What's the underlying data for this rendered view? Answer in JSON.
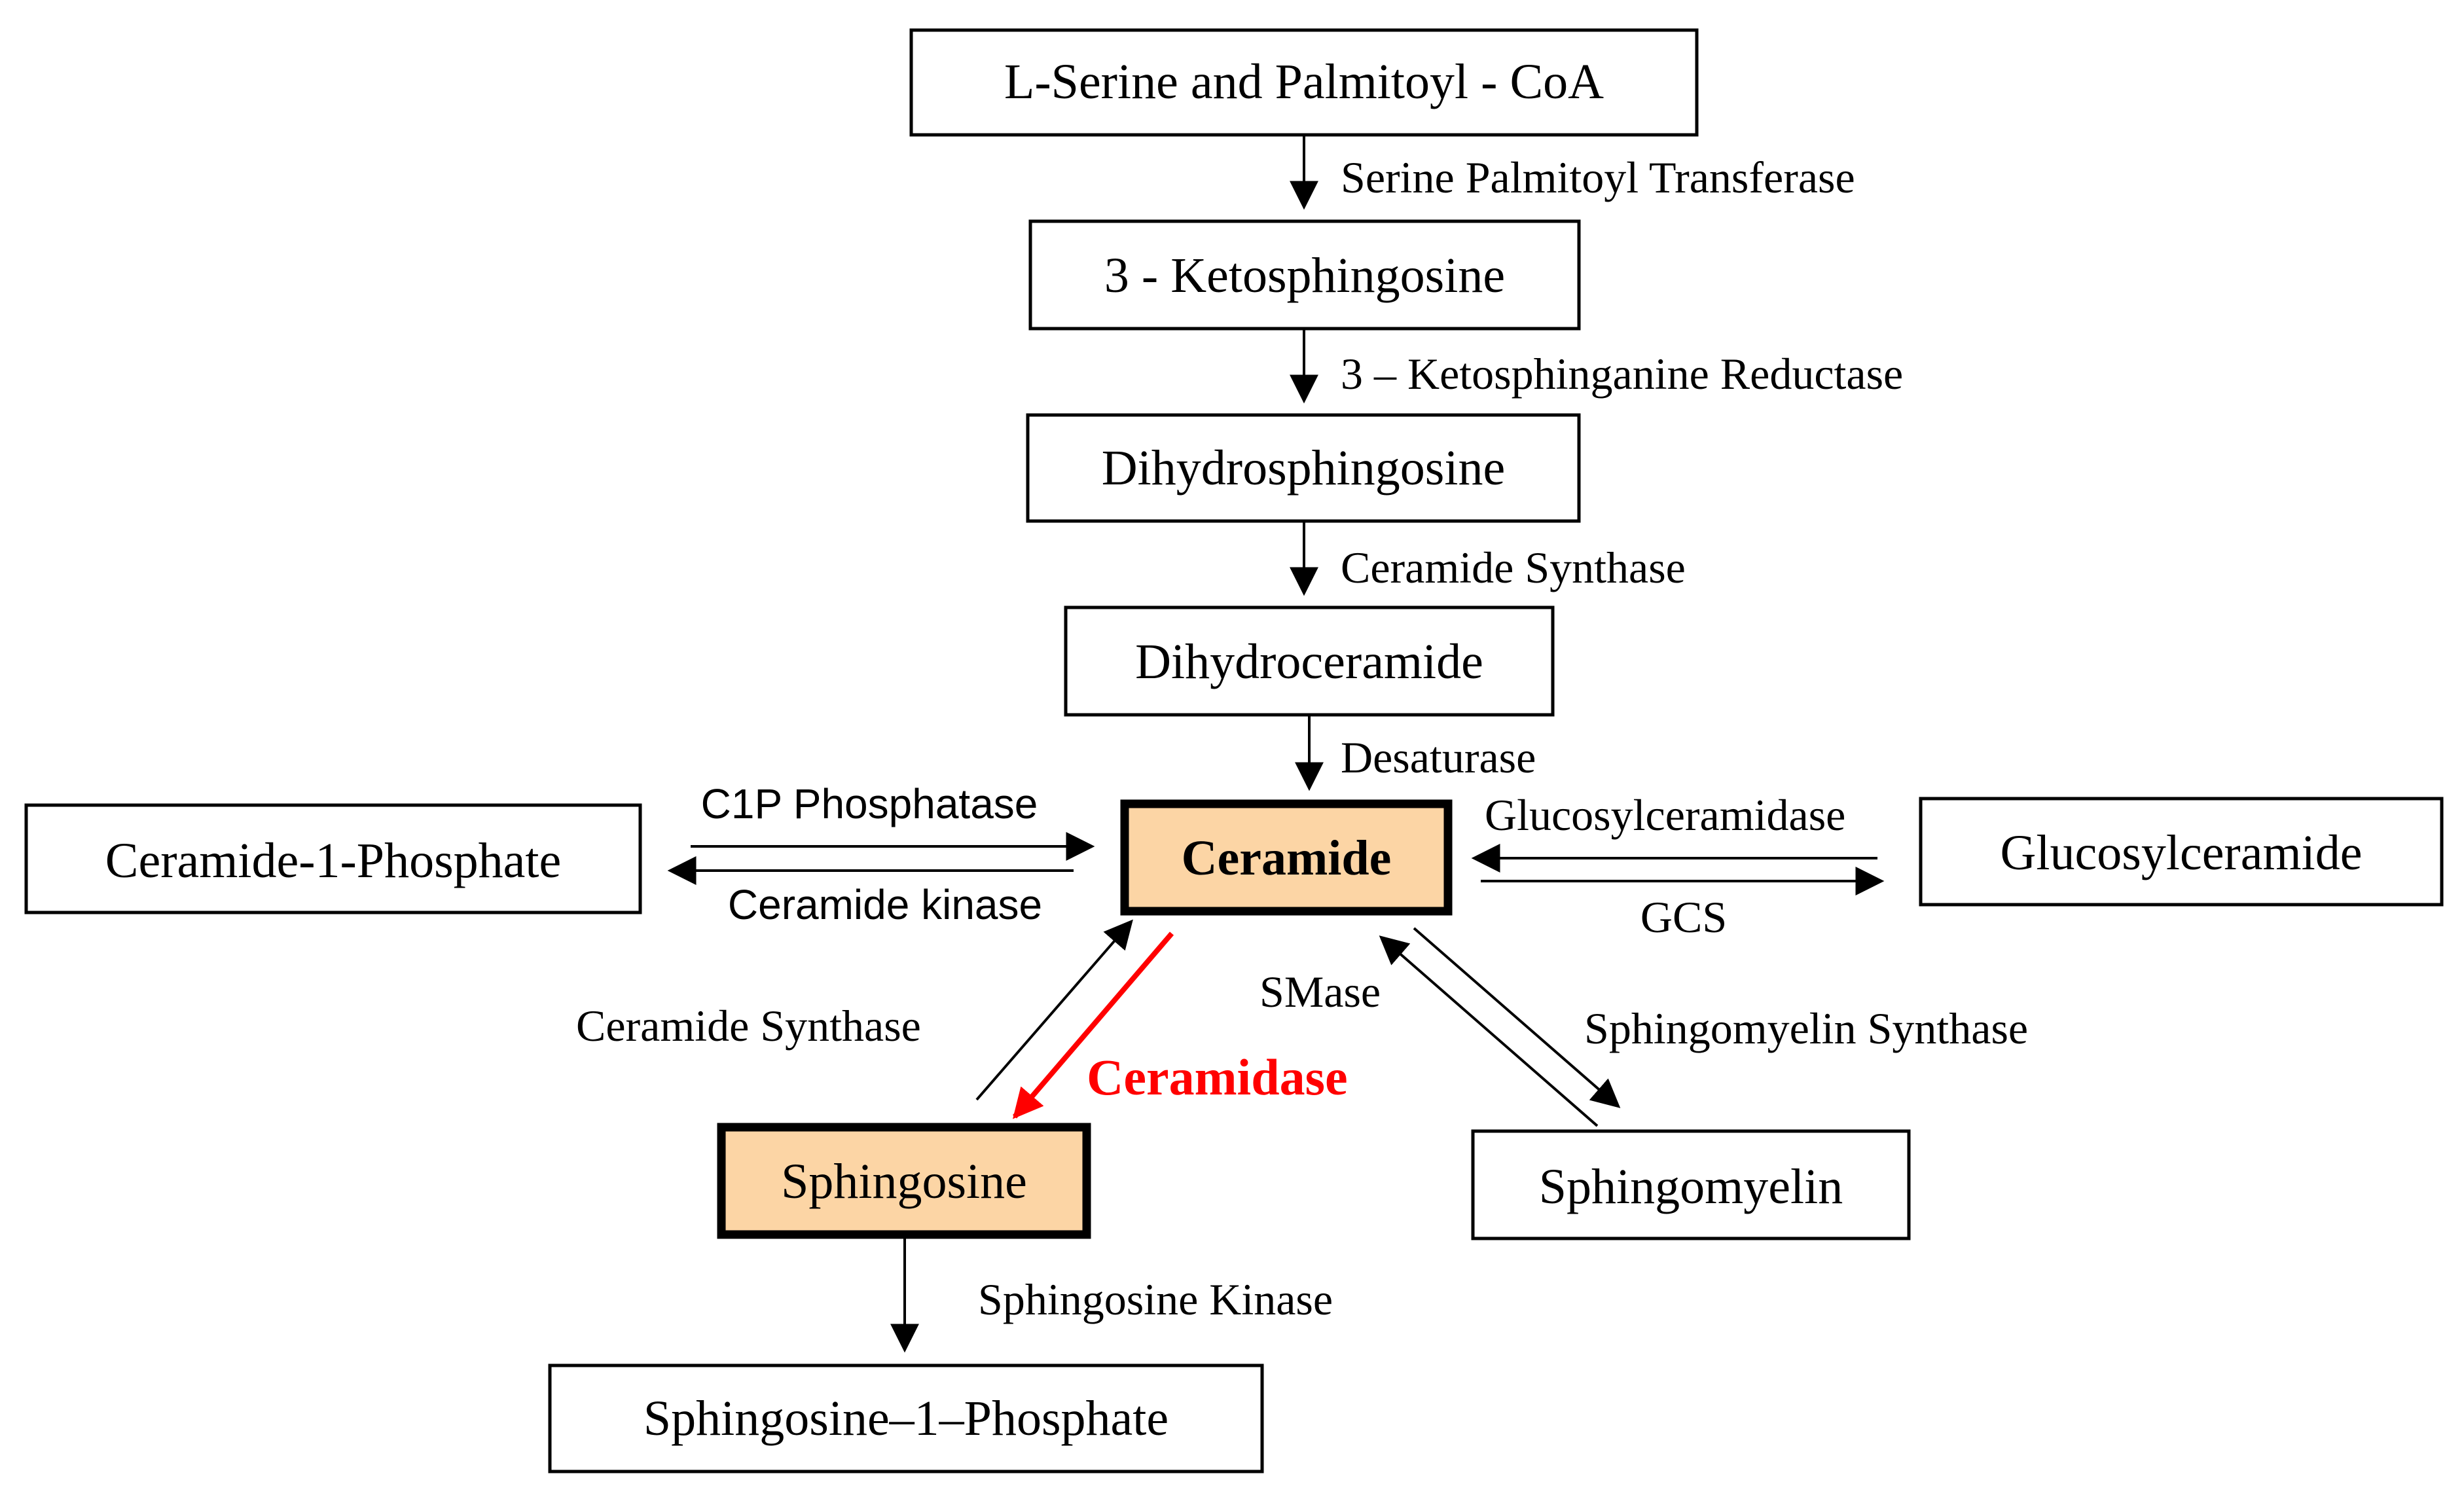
{
  "nodes": {
    "serine_palmitoyl_coa": "L-Serine and Palmitoyl - CoA",
    "ketosphingosine": "3 - Ketosphingosine",
    "dihydrosphingosine": "Dihydrosphingosine",
    "dihydroceramide": "Dihydroceramide",
    "ceramide": "Ceramide",
    "ceramide_1_phosphate": "Ceramide-1-Phosphate",
    "glucosylceramide": "Glucosylceramide",
    "sphingosine": "Sphingosine",
    "sphingomyelin": "Sphingomyelin",
    "sphingosine_1_phosphate": "Sphingosine–1–Phosphate"
  },
  "enzymes": {
    "serine_palmitoyl_transferase": "Serine Palmitoyl Transferase",
    "ketosphinganine_reductase": "3 – Ketosphinganine Reductase",
    "ceramide_synthase_top": "Ceramide Synthase",
    "desaturase": "Desaturase",
    "c1p_phosphatase": "C1P Phosphatase",
    "ceramide_kinase": "Ceramide kinase",
    "glucosylceramidase": "Glucosylceramidase",
    "gcs": "GCS",
    "ceramide_synthase_bottom": "Ceramide Synthase",
    "ceramidase": "Ceramidase",
    "smase": "SMase",
    "sphingomyelin_synthase": "Sphingomyelin Synthase",
    "sphingosine_kinase": "Sphingosine Kinase"
  },
  "colors": {
    "highlight_fill": "#fcd5a5",
    "ceramidase_red": "#ff0000",
    "line": "#000000"
  }
}
